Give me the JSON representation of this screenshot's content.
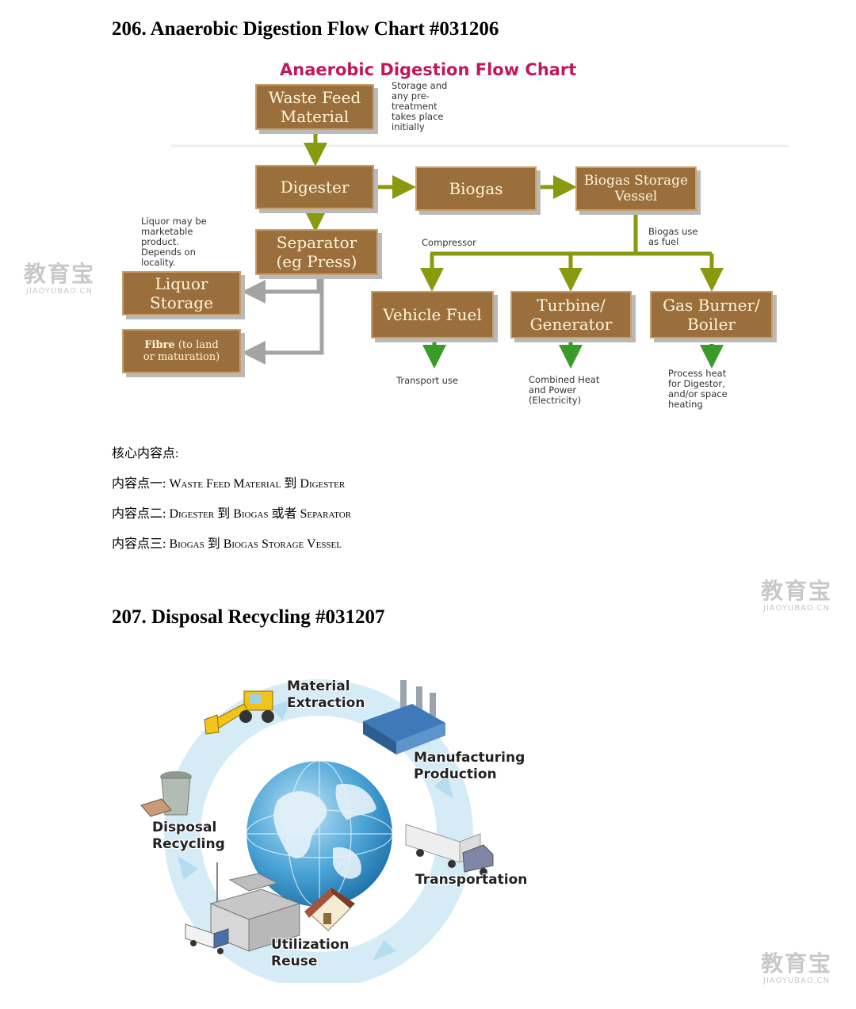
{
  "section1": {
    "title": "206.  Anaerobic Digestion Flow Chart #031206",
    "diagram": {
      "title": "Anaerobic Digestion Flow Chart",
      "boxes": {
        "waste_feed": [
          "Waste Feed",
          "Material"
        ],
        "digester": [
          "Digester"
        ],
        "biogas": [
          "Biogas"
        ],
        "storage_vessel": [
          "Biogas Storage",
          "Vessel"
        ],
        "separator": [
          "Separator",
          "(eg Press)"
        ],
        "liquor": [
          "Liquor",
          "Storage"
        ],
        "fibre_main": "Fibre",
        "fibre_rest": " (to land or maturation)",
        "vehicle_fuel": [
          "Vehicle Fuel"
        ],
        "turbine": [
          "Turbine/",
          "Generator"
        ],
        "gas_burner": [
          "Gas Burner/",
          "Boiler"
        ]
      },
      "notes": {
        "storage": "Storage and\nany pre-\ntreatment\ntakes place\ninitially",
        "liquor": "Liquor may be\nmarketable\nproduct.\nDepends on\nlocality.",
        "compressor": "Compressor",
        "biogas_fuel": "Biogas use\nas fuel",
        "transport": "Transport use",
        "chp": "Combined Heat\nand Power\n(Electricity)",
        "process_heat": "Process heat\nfor Digestor,\nand/or space\nheating"
      },
      "colors": {
        "box": "#9b6f3b",
        "arrow": "#8a9a10",
        "grey_arrow": "#a3a3a3",
        "title": "#c0185a",
        "green_arrow": "#3a9a2a"
      }
    },
    "points": {
      "header": "核心内容点:",
      "p1_label": "内容点一:",
      "p1_text": "Waste Feed Material 到 Digester",
      "p2_label": "内容点二:",
      "p2_text": "Digester 到 Biogas 或者 Separator",
      "p3_label": "内容点三:",
      "p3_text": "Biogas 到 Biogas Storage Vessel"
    }
  },
  "section2": {
    "title": "207.  Disposal Recycling #031207",
    "labels": {
      "extraction": "Material\nExtraction",
      "manufacturing": "Manufacturing\nProduction",
      "transportation": "Transportation",
      "utilization": "Utilization\nReuse",
      "disposal": "Disposal\nRecycling"
    }
  },
  "watermark": {
    "cn": "教育宝",
    "en": "JIAOYUBAO.CN"
  }
}
